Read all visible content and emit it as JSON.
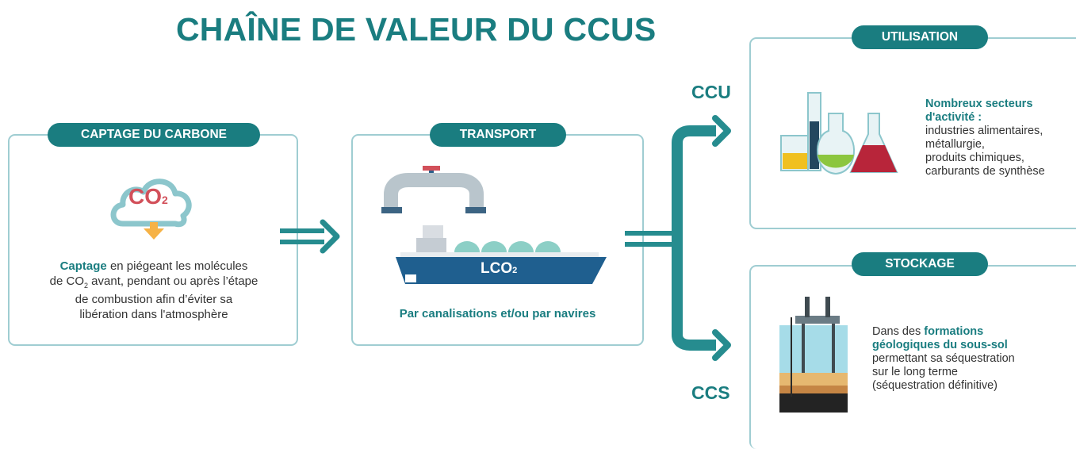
{
  "title": "CHAÎNE DE VALEUR DU CCUS",
  "capture": {
    "pill": "CAPTAGE DU CARBONE",
    "icon_text": "CO",
    "icon_sub": "2",
    "bold": "Captage",
    "line1": " en piégeant les molécules",
    "line2_a": "de CO",
    "line2_sub": "2",
    "line2_b": " avant, pendant ou après l’étape",
    "line3": "de combustion afin d’éviter sa",
    "line4": "libération dans l'atmosphère"
  },
  "transport": {
    "pill": "TRANSPORT",
    "ship_label": "LCO",
    "ship_sub": "2",
    "caption": "Par canalisations et/ou par navires"
  },
  "branches": {
    "ccu": "CCU",
    "ccs": "CCS"
  },
  "utilisation": {
    "pill": "UTILISATION",
    "bold1": "Nombreux secteurs",
    "bold2": "d'activité :",
    "line1": "industries alimentaires,",
    "line2": "métallurgie,",
    "line3": "produits chimiques,",
    "line4": "carburants de synthèse"
  },
  "stockage": {
    "pill": "STOCKAGE",
    "pre": "Dans des ",
    "bold1": "formations",
    "bold2": "géologiques du sous-sol",
    "line1": "permettant sa séquestration",
    "line2": "sur le long terme",
    "line3": "(séquestration définitive)"
  },
  "colors": {
    "teal": "#1a7d80",
    "light_teal": "#9fcdd2",
    "arrow": "#268c8f",
    "ship": "#1f5f8f",
    "co2_red": "#d2505a"
  }
}
